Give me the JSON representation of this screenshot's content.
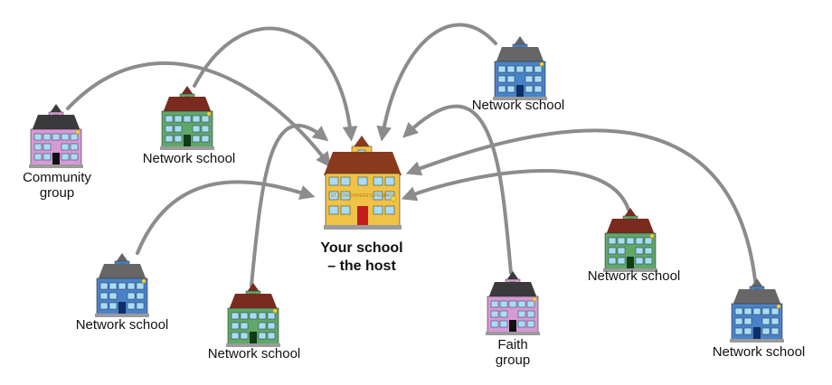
{
  "host": {
    "label_line1": "Your school",
    "label_line2": "– the host",
    "sign_text": "ST. SOMEWHERE'S PRIMARY"
  },
  "nodes": [
    {
      "id": "community",
      "line1": "Community",
      "line2": "group",
      "roof": "#3a3a3c",
      "wall": "#d79ad6",
      "door": "#111111"
    },
    {
      "id": "net1",
      "line1": "Network school",
      "roof": "#7a2a1e",
      "wall": "#5fa869",
      "door": "#113a17"
    },
    {
      "id": "net2",
      "line1": "Network school",
      "roof": "#666666",
      "wall": "#4a82c8",
      "door": "#0d2e66"
    },
    {
      "id": "net3",
      "line1": "Network school",
      "roof": "#666666",
      "wall": "#4a82c8",
      "door": "#0d2e66"
    },
    {
      "id": "net4",
      "line1": "Network school",
      "roof": "#7a2a1e",
      "wall": "#5fa869",
      "door": "#113a17"
    },
    {
      "id": "faith",
      "line1": "Faith",
      "line2": "group",
      "roof": "#3a3a3c",
      "wall": "#d79ad6",
      "door": "#111111"
    },
    {
      "id": "net5",
      "line1": "Network school",
      "roof": "#7a2a1e",
      "wall": "#5fa869",
      "door": "#113a17"
    },
    {
      "id": "net6",
      "line1": "Network school",
      "roof": "#666666",
      "wall": "#4a82c8",
      "door": "#0d2e66"
    }
  ],
  "colors": {
    "arrow": "#8c8c8c",
    "host_roof": "#8a3a1c",
    "host_wall": "#f0c246",
    "host_door": "#c41c1c",
    "window": "#a9dcf5"
  }
}
